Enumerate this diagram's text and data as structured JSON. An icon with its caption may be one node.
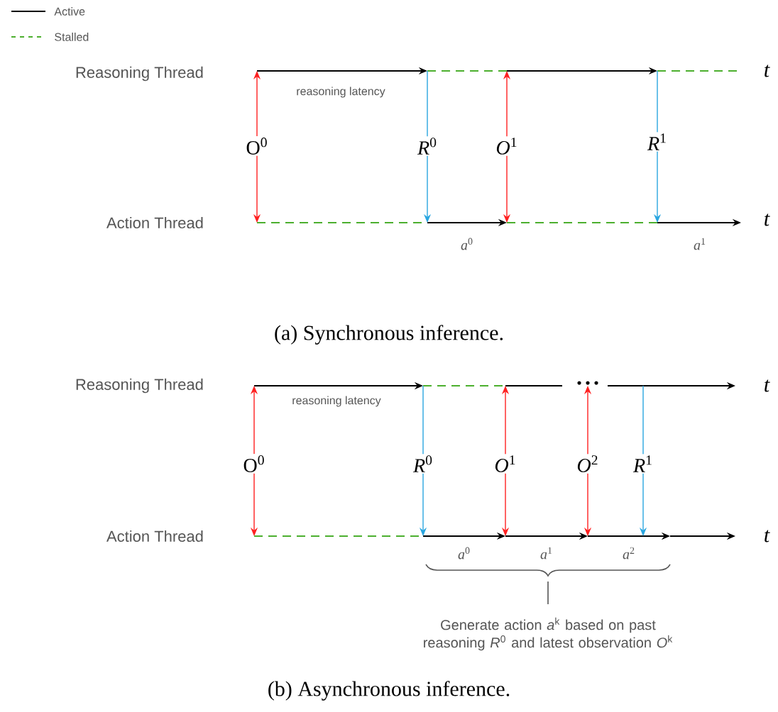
{
  "diagram": {
    "labels": [
      "Reasoning Thread",
      "t",
      "reasoning latency",
      "O$^{0}$",
      "*R*$^{0}$",
      "*O*$^{1}$",
      "*R*$^{1}$",
      "Action Thread",
      "t",
      "*a*$^{0}$",
      "*a*$^{1}$",
      "(a) Synchronous inference.",
      "Reasoning Thread",
      "t",
      "reasoning latency",
      "O$^{0}$",
      "*R*$^{0}$",
      "*O*$^{1}$",
      "*O*$^{2}$",
      "*R*$^{1}$",
      "Action Thread",
      "t",
      "*a*$^{0}$",
      "*a*$^{1}$",
      "*a*$^{2}$",
      "Generate action *a*$^{k}$ based on past reasoning *R*$^{0}$ and latest observation *O*$^{k}$",
      "(b) Asynchronous inference."
    ],
    "legend": [
      {
        "text": "Active"
      },
      {
        "text": "Stalled"
      }
    ]
  }
}
